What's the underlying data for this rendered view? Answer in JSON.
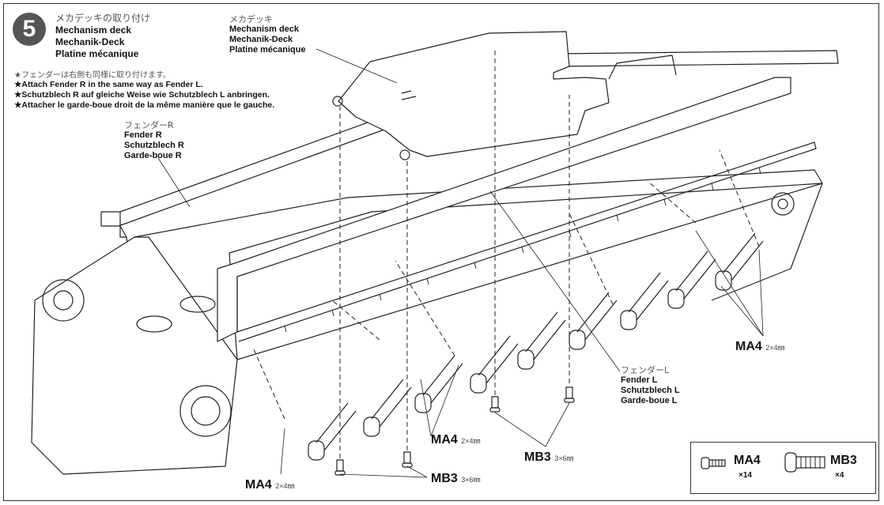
{
  "step": {
    "number": "5",
    "title_jp": "メカデッキの取り付け",
    "title_en": "Mechanism deck",
    "title_de": "Mechanik-Deck",
    "title_fr": "Platine mécanique"
  },
  "notes": [
    "★フェンダーは右側も同様に取り付けます。",
    "★Attach Fender R in the same way as Fender L.",
    "★Schutzblech R auf gleiche Weise wie Schutzblech L anbringen.",
    "★Attacher le garde-boue droit de la même manière que le gauche."
  ],
  "labels": {
    "deck_jp": "メカデッキ",
    "deck_en": "Mechanism deck",
    "deck_de": "Mechanik-Deck",
    "deck_fr": "Platine mécanique",
    "fender_r_jp": "フェンダーR",
    "fender_r_en": "Fender R",
    "fender_r_de": "Schutzblech R",
    "fender_r_fr": "Garde-boue R",
    "fender_l_jp": "フェンダーL",
    "fender_l_en": "Fender L",
    "fender_l_de": "Schutzblech L",
    "fender_l_fr": "Garde-boue L"
  },
  "parts": {
    "ma4_code": "MA4",
    "ma4_size": "2×4㎜",
    "mb3_code": "MB3",
    "mb3_size": "3×6㎜"
  },
  "legend": {
    "ma4_code": "MA4",
    "ma4_qty": "×14",
    "mb3_code": "MB3",
    "mb3_qty": "×4"
  }
}
